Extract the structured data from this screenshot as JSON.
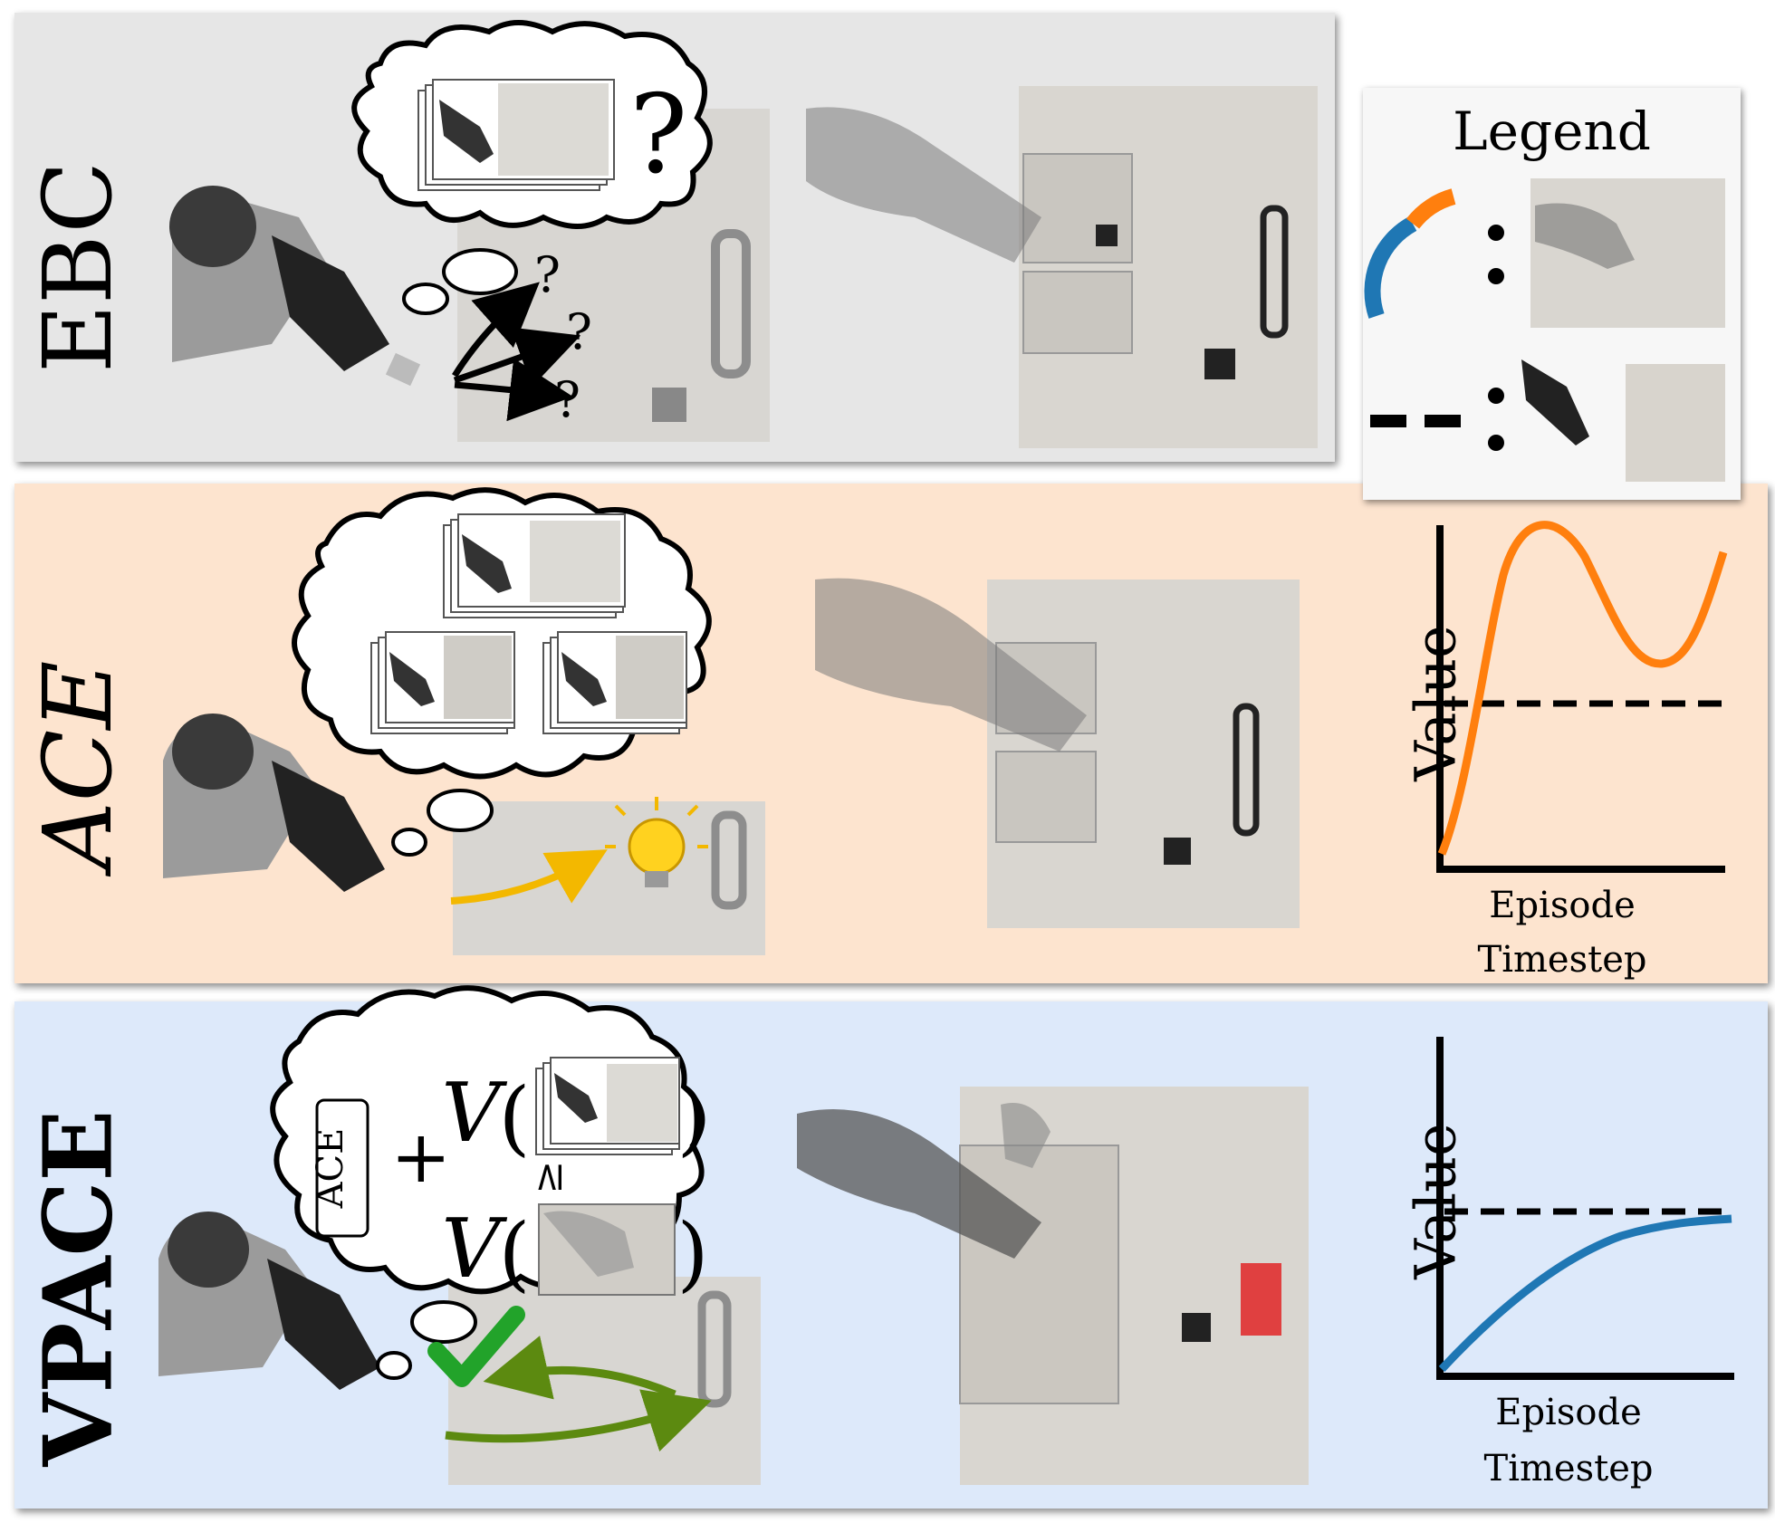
{
  "rows": [
    {
      "id": "ebc",
      "label": "EBC"
    },
    {
      "id": "ace",
      "label": "ACE"
    },
    {
      "id": "vpace",
      "label": "VPACE"
    }
  ],
  "legend": {
    "title": "Legend"
  },
  "plots": {
    "ace": {
      "xlabel_line1": "Episode",
      "xlabel_line2": "Timestep",
      "ylabel": "Value"
    },
    "vpace": {
      "xlabel_line1": "Episode",
      "xlabel_line2": "Timestep",
      "ylabel": "Value"
    }
  },
  "ebc_thought": {
    "question": "?",
    "small_questions": [
      "?",
      "?",
      "?"
    ]
  },
  "vpace_thought": {
    "ace_box": "ACE",
    "plus": "+",
    "v_symbol": "V",
    "ge_symbol": "≥",
    "open_paren": "(",
    "close_paren": ")"
  },
  "colors": {
    "ebc_bg": "#e6e6e6",
    "ace_bg": "#fde4cf",
    "vpace_bg": "#dde9fa",
    "orange": "#ff7f0e",
    "blue": "#1f77b4",
    "arrow_yellow": "#f3b800",
    "arrow_green": "#5c8a10"
  }
}
